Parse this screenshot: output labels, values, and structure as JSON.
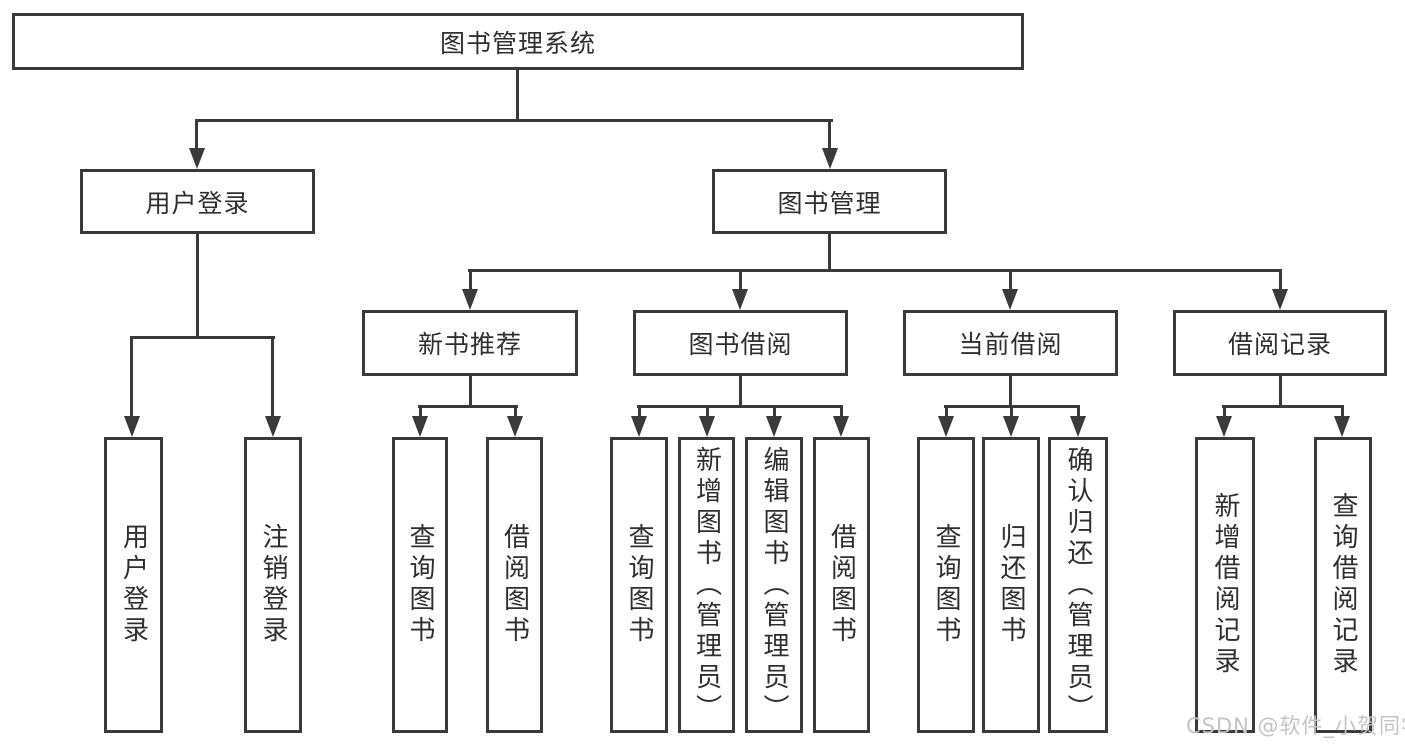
{
  "colors": {
    "background": "#ffffff",
    "line": "#3a3a3a",
    "text": "#2f2f2f",
    "watermark": "#c4c4c4"
  },
  "watermark": "CSDN @软件_小贺同学",
  "diagram": {
    "root": "图书管理系统",
    "level2": {
      "user_login": "用户登录",
      "book_mgmt": "图书管理"
    },
    "level3": {
      "new_books": "新书推荐",
      "book_borrow": "图书借阅",
      "current_borrow": "当前借阅",
      "borrow_records": "借阅记录"
    },
    "leaves": {
      "user_login": "用户登录",
      "logout": "注销登录",
      "nb_query": "查询图书",
      "nb_borrow": "借阅图书",
      "bb_query": "查询图书",
      "bb_add": "新增图书（管理员）",
      "bb_edit": "编辑图书（管理员）",
      "bb_borrow": "借阅图书",
      "cb_query": "查询图书",
      "cb_return": "归还图书",
      "cb_confirm": "确认归还（管理员）",
      "br_add": "新增借阅记录",
      "br_query": "查询借阅记录"
    }
  }
}
